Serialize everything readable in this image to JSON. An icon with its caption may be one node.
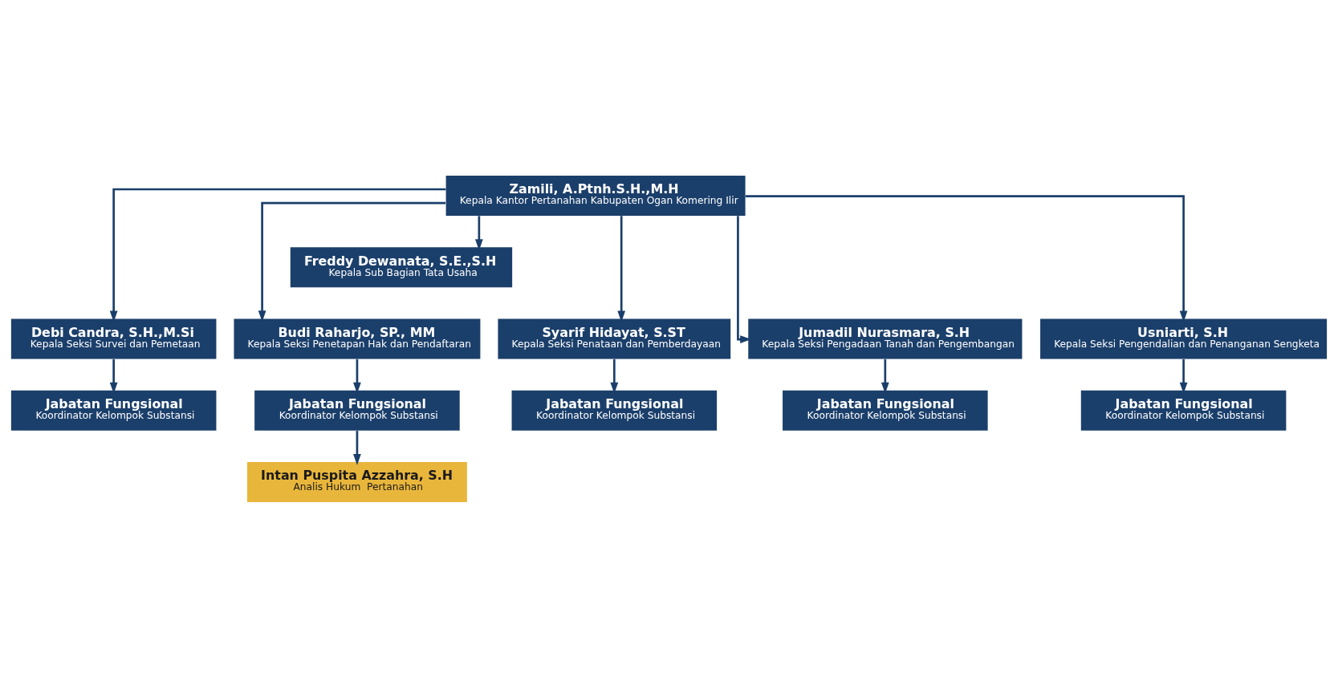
{
  "diagram": {
    "nodes": [
      {
        "text": [
          "Zamili, A.Ptnh.S.H.,M.H",
          "Kepala Kantor Pertanahan Kabupaten Ogan Komering Ilir"
        ]
      },
      {
        "text": [
          "Freddy Dewanata, S.E.,S.H",
          "Kepala Sub Bagian Tata Usaha"
        ]
      },
      {
        "text": [
          "Debi Candra, S.H.,M.Si",
          "Kepala Seksi Survei dan Pemetaan"
        ]
      },
      {
        "text": [
          "Budi Raharjo, SP., MM",
          "Kepala Seksi Penetapan Hak dan Pendaftaran"
        ]
      },
      {
        "text": [
          "Syarif Hidayat, S.ST",
          "Kepala Seksi Penataan dan Pemberdayaan"
        ]
      },
      {
        "text": [
          "Jumadil Nurasmara, S.H",
          "Kepala Seksi Pengadaan Tanah dan Pengembangan"
        ]
      },
      {
        "text": [
          "Usniarti, S.H",
          "Kepala Seksi Pengendalian dan Penanganan Sengketa"
        ]
      },
      {
        "text": [
          "Jabatan Fungsional",
          "Koordinator Kelompok Substansi"
        ]
      },
      {
        "text": [
          "Jabatan Fungsional",
          "Koordinator Kelompok Substansi"
        ]
      },
      {
        "text": [
          "Jabatan Fungsional",
          "Koordinator Kelompok Substansi"
        ]
      },
      {
        "text": [
          "Jabatan Fungsional",
          "Koordinator Kelompok Substansi"
        ]
      },
      {
        "text": [
          "Jabatan Fungsional",
          "Koordinator Kelompok Substansi"
        ]
      },
      {
        "text": [
          "Intan Puspita Azzahra, S.H",
          "Analis Hukum  Pertanahan"
        ]
      }
    ],
    "edges": [
      {
        "from": 0,
        "to": 1,
        "arrow": "to"
      },
      {
        "from": 0,
        "to": 2,
        "arrow": "to"
      },
      {
        "from": 0,
        "to": 3,
        "arrow": "to"
      },
      {
        "from": 0,
        "to": 4,
        "arrow": "to"
      },
      {
        "from": 0,
        "to": 5,
        "arrow": "to"
      },
      {
        "from": 0,
        "to": 6,
        "arrow": "to"
      },
      {
        "from": 2,
        "to": 7,
        "arrow": "to"
      },
      {
        "from": 3,
        "to": 8,
        "arrow": "to"
      },
      {
        "from": 4,
        "to": 9,
        "arrow": "to"
      },
      {
        "from": 5,
        "to": 10,
        "arrow": "to"
      },
      {
        "from": 6,
        "to": 11,
        "arrow": "to"
      },
      {
        "from": 8,
        "to": 12,
        "arrow": "to"
      }
    ]
  }
}
